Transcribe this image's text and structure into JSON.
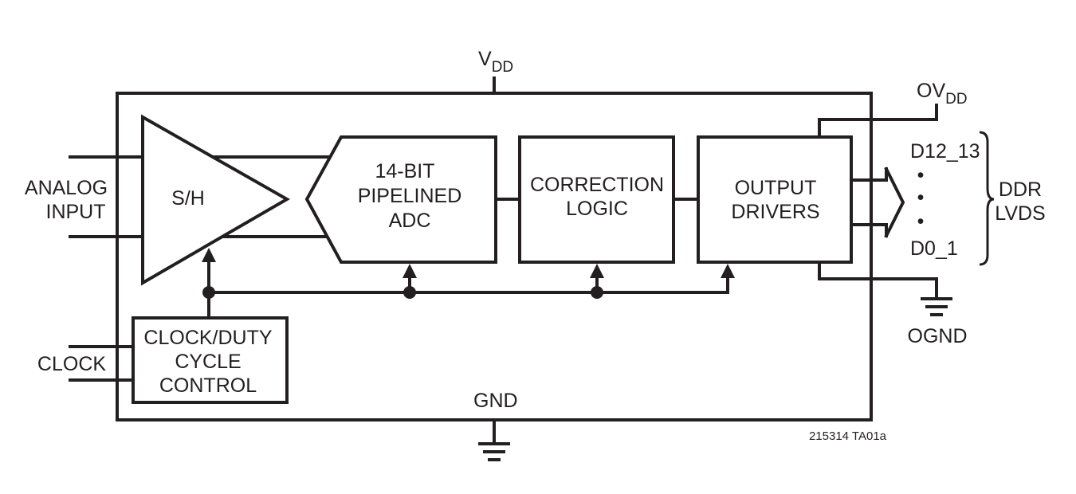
{
  "supply": {
    "v_main": "V",
    "v_sub": "DD",
    "ov_main": "OV",
    "ov_sub": "DD"
  },
  "ground": {
    "gnd": "GND",
    "ognd": "OGND"
  },
  "inputs": {
    "analog_line1": "ANALOG",
    "analog_line2": "INPUT",
    "clock": "CLOCK"
  },
  "blocks": {
    "sh": "S/H",
    "adc": [
      "14-BIT",
      "PIPELINED",
      "ADC"
    ],
    "correction": [
      "CORRECTION",
      "LOGIC"
    ],
    "output": [
      "OUTPUT",
      "DRIVERS"
    ],
    "clock_control": [
      "CLOCK/DUTY",
      "CYCLE",
      "CONTROL"
    ]
  },
  "outputs": {
    "top_bit": "D12_13",
    "bottom_bit": "D0_1",
    "dots": "•",
    "bus_line1": "DDR",
    "bus_line2": "LVDS"
  },
  "figure_id": "215314 TA01a"
}
